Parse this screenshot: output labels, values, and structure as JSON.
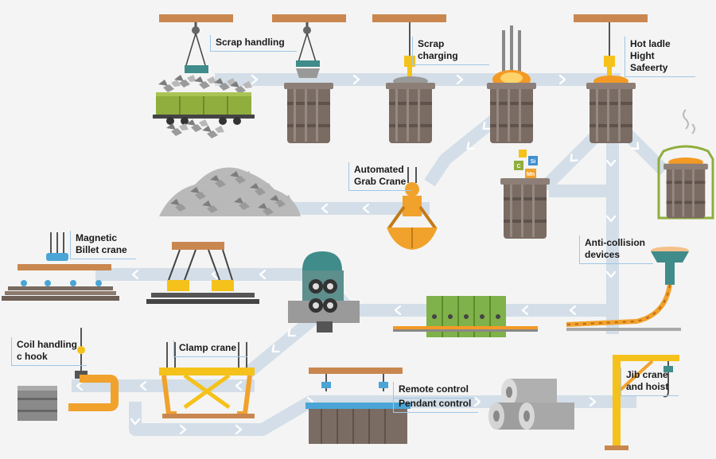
{
  "labels": {
    "scrap_handling": "Scrap  handling",
    "scrap_charging": "Scrap charging",
    "hot_ladle": "Hot ladle\nHight Safeerty",
    "automated_grab": "Automated\nGrab Crane",
    "magnetic_billet": "Magnetic\nBillet  crane",
    "anti_collision": "Anti-collision\ndevices",
    "coil_handling": "Coil handling\nc hook",
    "clamp_crane": "Clamp  crane",
    "remote_control": "Remote control",
    "pendant_control": "Pendant control",
    "jib_crane": "Jib crane\nand hoist"
  },
  "alloy_badges": [
    "C",
    "Si",
    "Mn"
  ],
  "colors": {
    "background": "#f4f4f4",
    "flow_path": "#d3dee8",
    "arrow": "#ffffff",
    "beam": "#c9874f",
    "crane_yellow": "#f5c21b",
    "crane_orange": "#f0a22c",
    "ladle": "#7b6c63",
    "wagon": "#8fae3e",
    "caster": "#7fb24a",
    "mill": "#3f8c8a",
    "hot_glow": "#f39a25",
    "label_border": "#9fc7e6"
  }
}
